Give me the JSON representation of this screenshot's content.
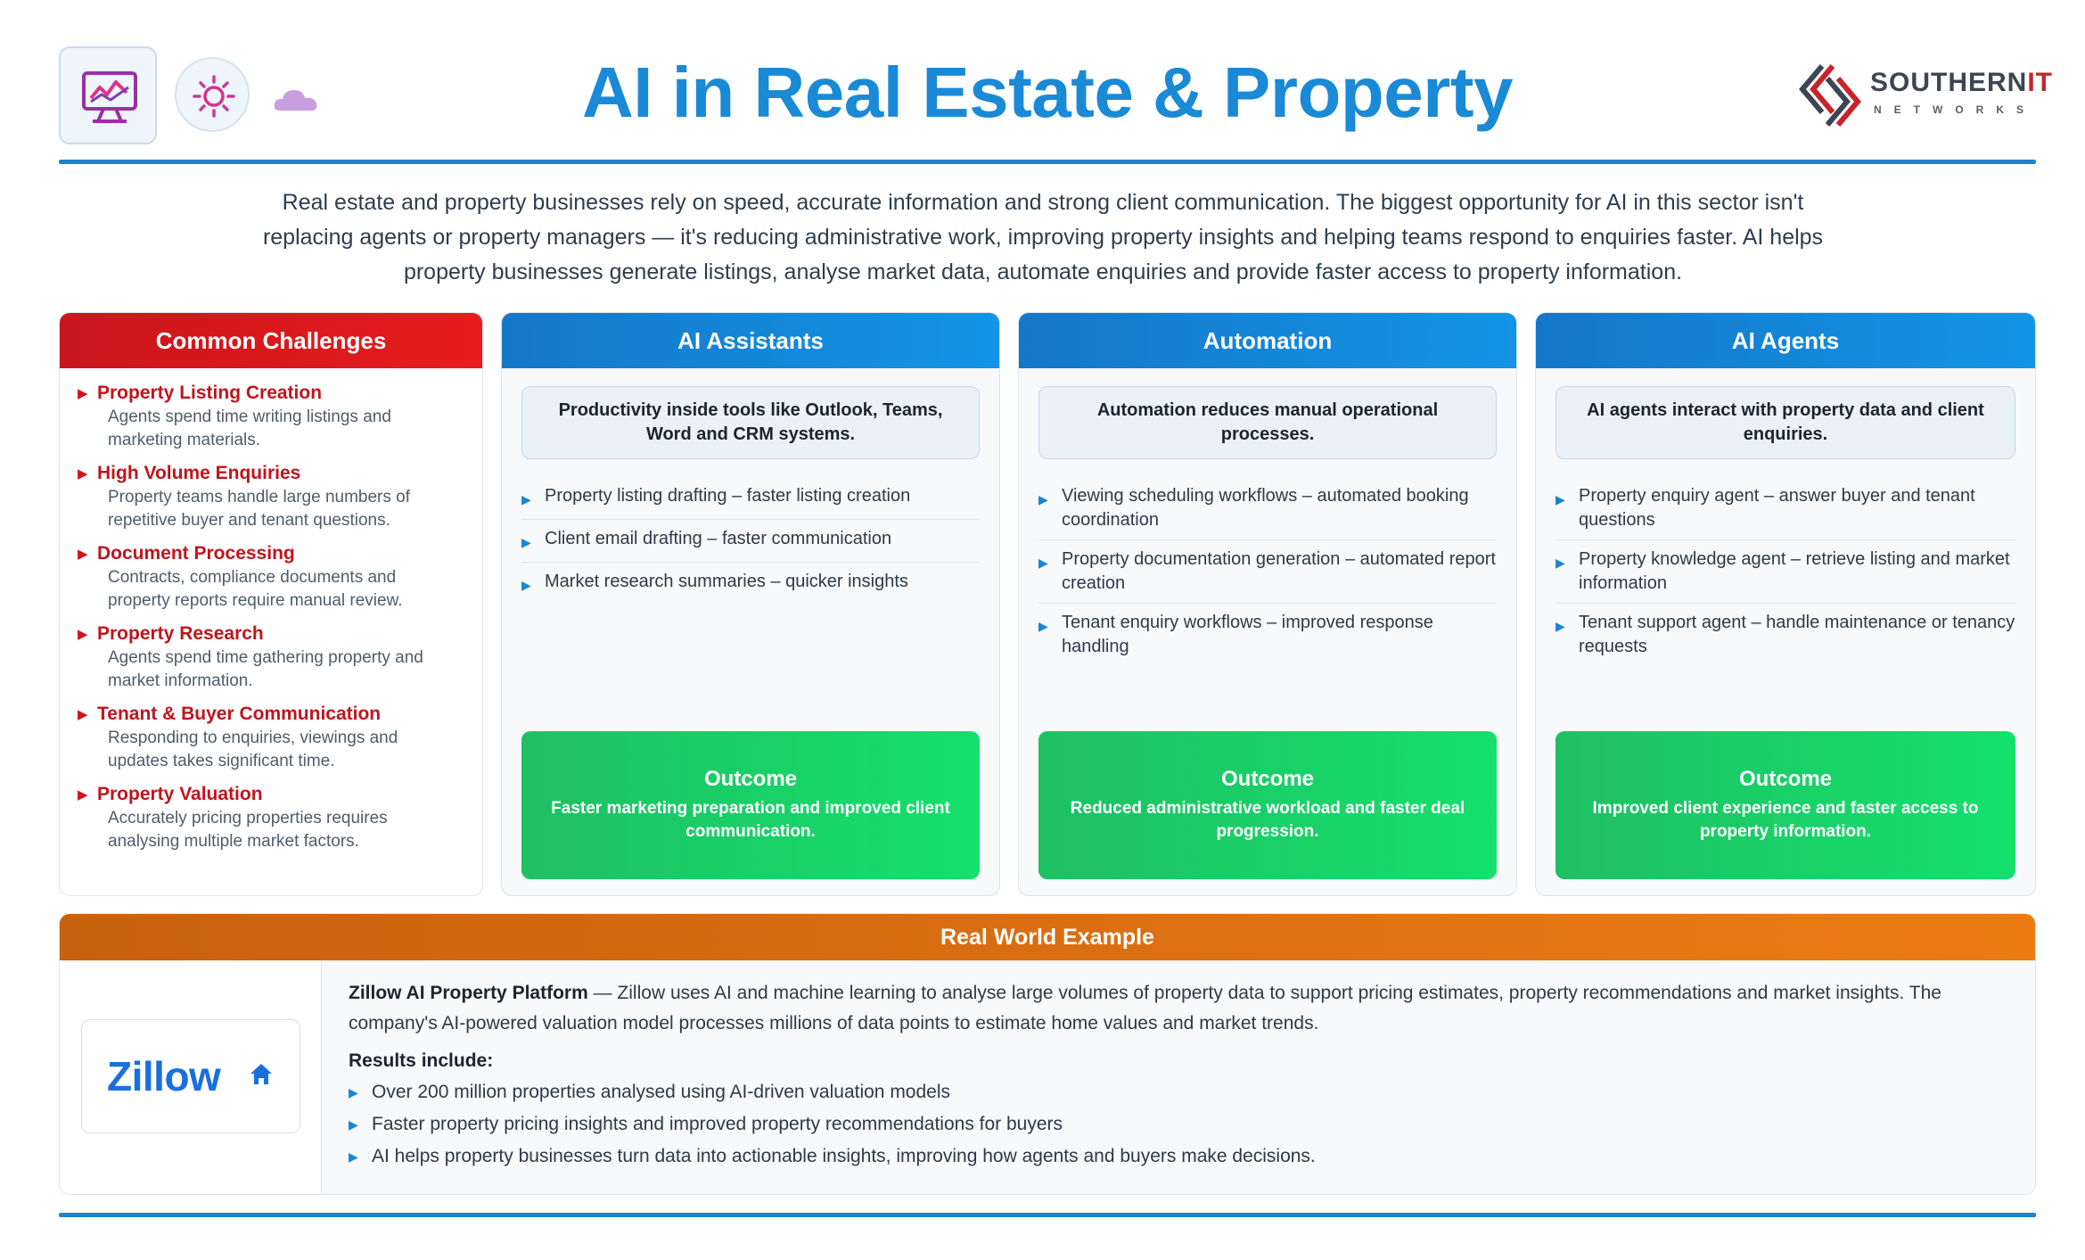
{
  "header": {
    "title": "AI in Real Estate & Property",
    "icons": [
      "analytics-monitor-icon",
      "sun-settings-icon",
      "cloud-icon"
    ],
    "logo": {
      "word_main": "SOUTHERN",
      "word_accent": "IT",
      "sub": "NETWORKS"
    }
  },
  "intro": "Real estate and property businesses rely on speed, accurate information and strong client communication. The biggest opportunity for AI in this sector isn't replacing agents or property managers — it's reducing administrative work, improving property insights and helping teams respond to enquiries faster. AI helps property businesses generate listings, analyse market data, automate enquiries and provide faster access to property information.",
  "challenges": {
    "title": "Common Challenges",
    "items": [
      {
        "title": "Property Listing Creation",
        "desc": "Agents spend time writing listings and marketing materials."
      },
      {
        "title": "High Volume Enquiries",
        "desc": "Property teams handle large numbers of repetitive buyer and tenant questions."
      },
      {
        "title": "Document Processing",
        "desc": "Contracts, compliance documents and property reports require manual review."
      },
      {
        "title": "Property Research",
        "desc": "Agents spend time gathering property and market information."
      },
      {
        "title": "Tenant & Buyer Communication",
        "desc": "Responding to enquiries, viewings and updates takes significant time."
      },
      {
        "title": "Property Valuation",
        "desc": "Accurately pricing properties requires analysing multiple market factors."
      }
    ]
  },
  "columns": [
    {
      "title": "AI Assistants",
      "summary": "Productivity inside tools like Outlook, Teams, Word and CRM systems.",
      "items": [
        "Property listing drafting – faster listing creation",
        "Client email drafting – faster communication",
        "Market research summaries – quicker insights"
      ],
      "outcome_label": "Outcome",
      "outcome_text": "Faster marketing preparation and improved client communication."
    },
    {
      "title": "Automation",
      "summary": "Automation reduces manual operational processes.",
      "items": [
        "Viewing scheduling workflows – automated booking coordination",
        "Property documentation generation – automated report creation",
        "Tenant enquiry workflows – improved response handling"
      ],
      "outcome_label": "Outcome",
      "outcome_text": "Reduced administrative workload and faster deal progression."
    },
    {
      "title": "AI Agents",
      "summary": "AI agents interact with property data and client enquiries.",
      "items": [
        "Property enquiry agent – answer buyer and tenant questions",
        "Property knowledge agent – retrieve listing and market information",
        "Tenant support agent – handle maintenance or tenancy requests"
      ],
      "outcome_label": "Outcome",
      "outcome_text": "Improved client experience and faster access to property information."
    }
  ],
  "real_world": {
    "title": "Real World Example",
    "brand": "Zillow",
    "lead": "Zillow AI Property Platform",
    "desc": " — Zillow uses AI and machine learning to analyse large volumes of property data to support pricing estimates, property recommendations and market insights. The company's AI-powered valuation model processes millions of data points to estimate home values and market trends.",
    "results_label": "Results include:",
    "results": [
      "Over 200 million properties analysed using AI-driven valuation models",
      "Faster property pricing insights and improved property recommendations for buyers",
      "AI helps property businesses turn data into actionable insights, improving how agents and buyers make decisions."
    ]
  },
  "colors": {
    "title_blue": "#1a8ad6",
    "challenge_red": "#c0141c",
    "outcome_green": "#1fbf63",
    "example_orange": "#eb7c14"
  }
}
